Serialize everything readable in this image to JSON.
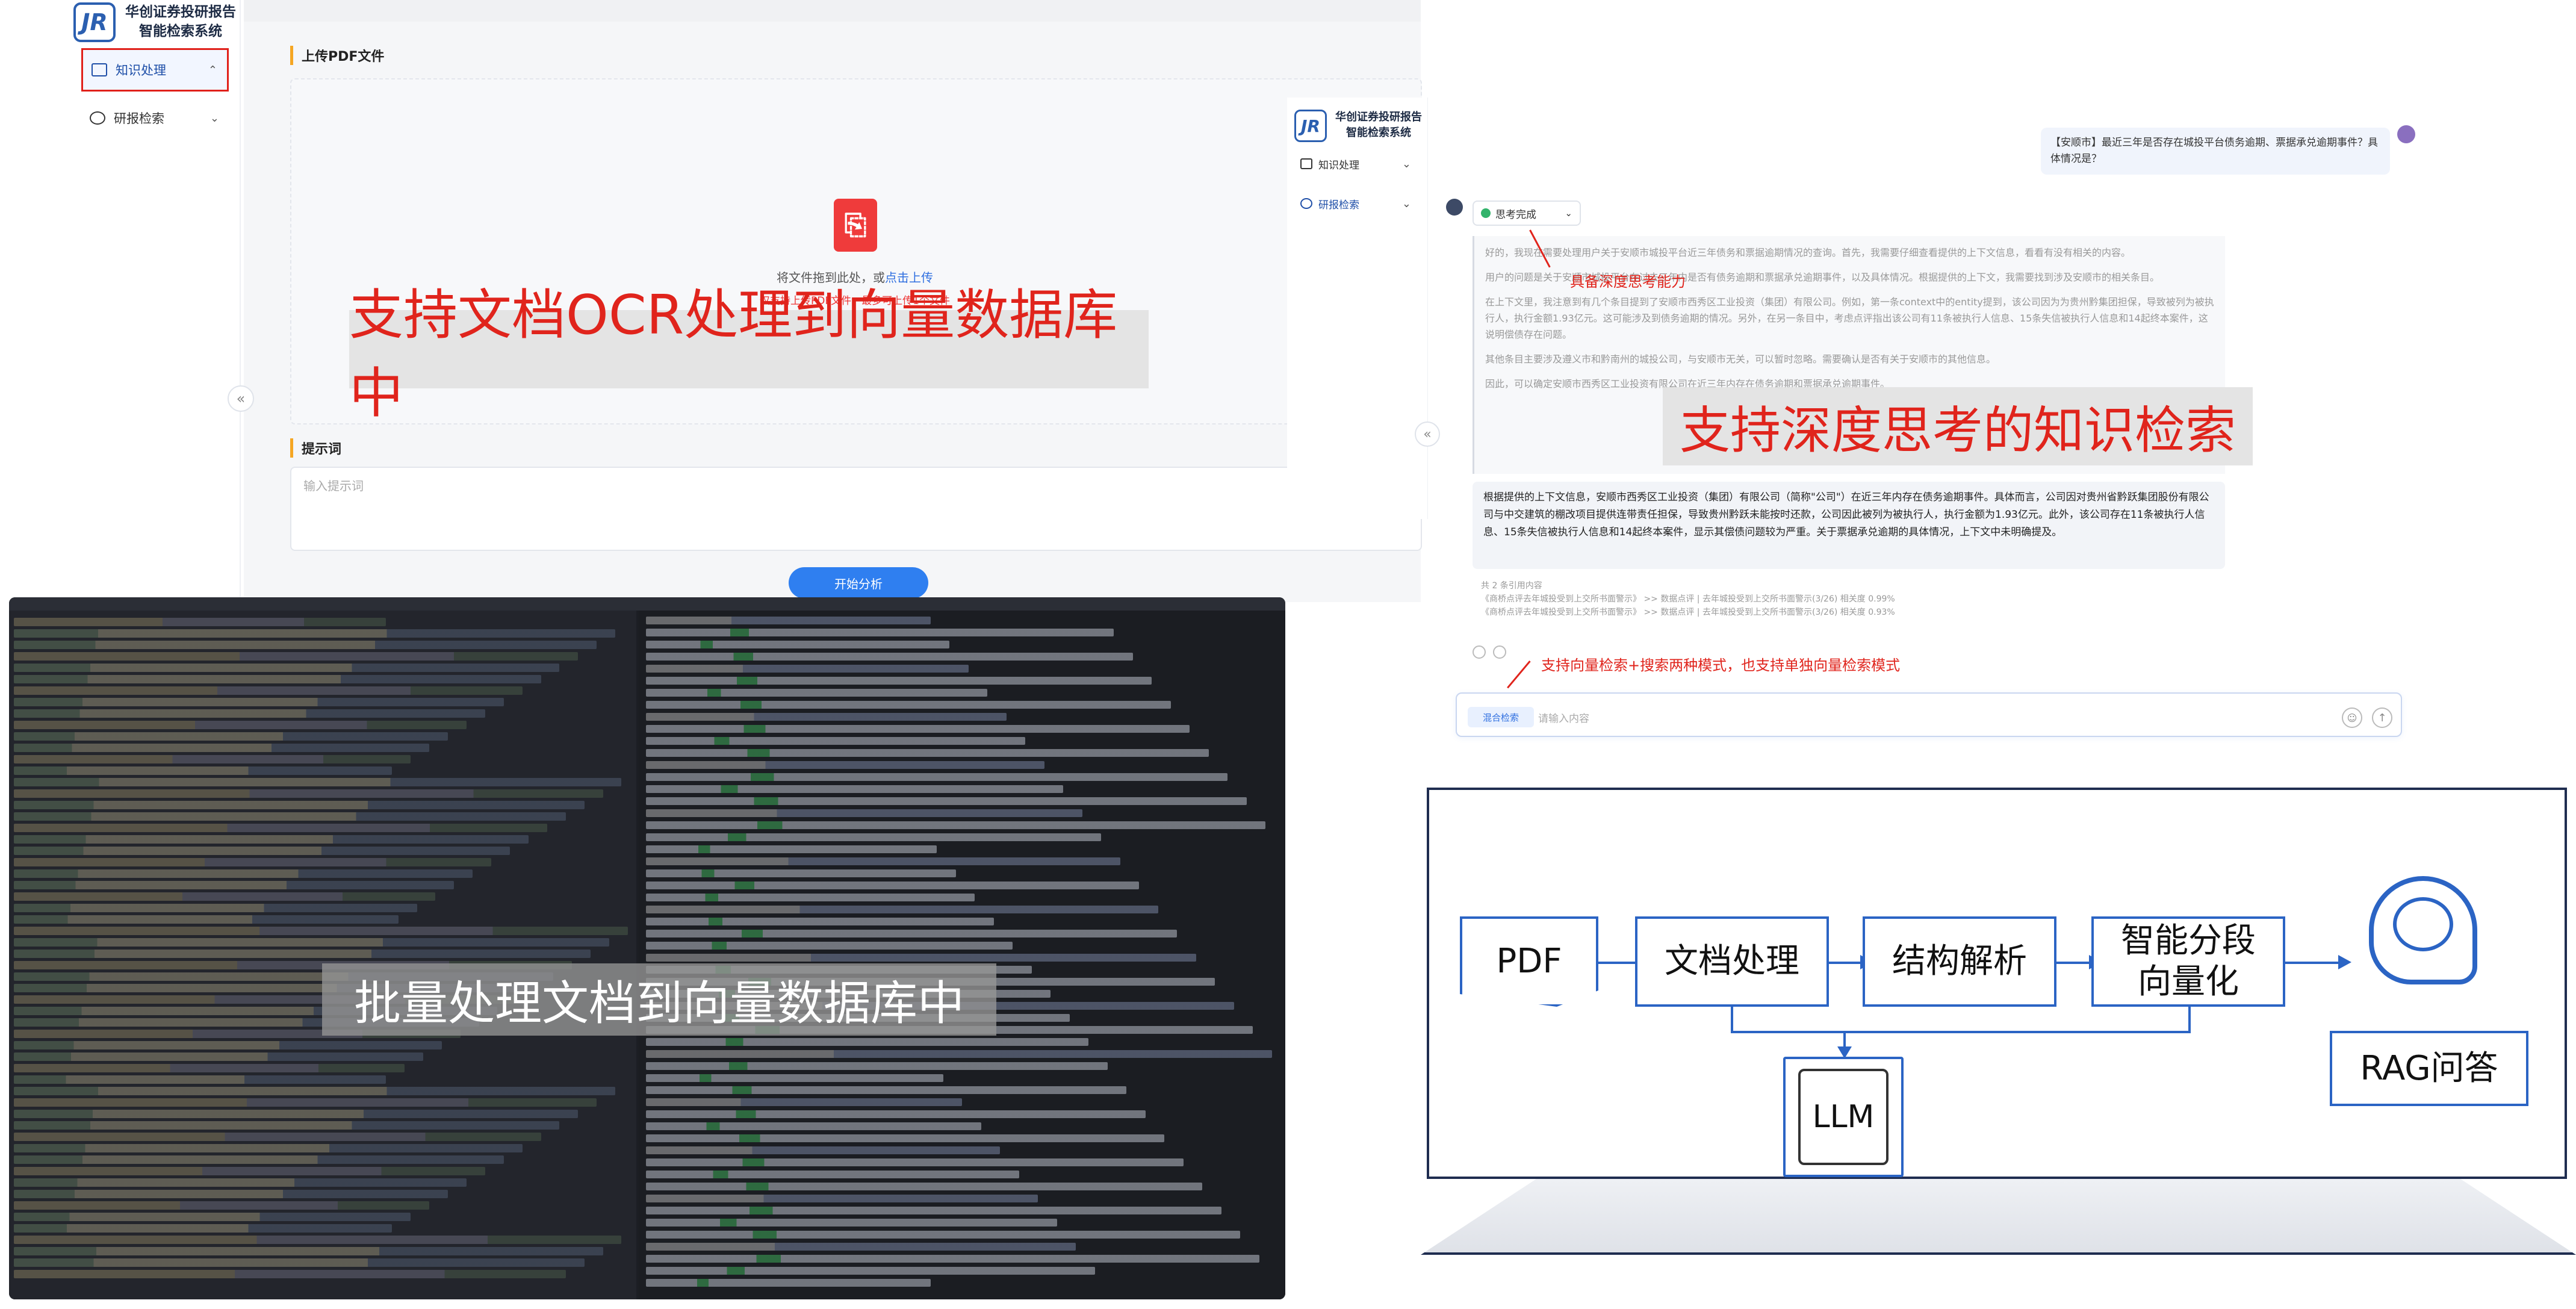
{
  "app": {
    "logo_glyph": "JR",
    "title_line1": "华创证券投研报告",
    "title_line2": "智能检索系统"
  },
  "sidebar": {
    "items": [
      {
        "label": "知识处理",
        "active": true
      },
      {
        "label": "研报检索",
        "active": false
      }
    ],
    "collapse_glyph": "«"
  },
  "upload": {
    "section_title": "上传PDF文件",
    "pdf_glyph": "⎘",
    "drop_text": "将文件拖到此处，或",
    "drop_link": "点击上传",
    "hint": "仅支持上传PDF文件，最多可上传1个文件"
  },
  "prompt": {
    "section_title": "提示词",
    "placeholder": "输入提示词"
  },
  "analyze_button": "开始分析",
  "overlays": {
    "ocr": "支持文档OCR处理到向量数据库中",
    "batch": "批量处理文档到向量数据库中",
    "deep": "支持深度思考的知识检索"
  },
  "chat": {
    "user_question": "【安顺市】最近三年是否存在城投平台债务逾期、票据承兑逾期事件？具体情况是？",
    "think_label": "思考完成",
    "think_annotation": "具备深度思考能力",
    "think_paragraphs": [
      "好的，我现在需要处理用户关于安顺市城投平台近三年债务和票据逾期情况的查询。首先，我需要仔细查看提供的上下文信息，看看有没有相关的内容。",
      "用户的问题是关于安顺市城投平台在过去三年内是否有债务逾期和票据承兑逾期事件，以及具体情况。根据提供的上下文，我需要找到涉及安顺市的相关条目。",
      "在上下文里，我注意到有几个条目提到了安顺市西秀区工业投资（集团）有限公司。例如，第一条context中的entity提到，该公司因为为贵州黔集团担保，导致被列为被执行人，执行金额1.93亿元。这可能涉及到债务逾期的情况。另外，在另一条目中，考虑点评指出该公司有11条被执行人信息、15条失信被执行人信息和14起终本案件，这说明偿债存在问题。",
      "其他条目主要涉及遵义市和黔南州的城投公司，与安顺市无关，可以暂时忽略。需要确认是否有关于安顺市的其他信息。",
      "因此，可以确定安顺市西秀区工业投资有限公司在近三年内存在债务逾期和票据承兑逾期事件。"
    ],
    "answer": "根据提供的上下文信息，安顺市西秀区工业投资（集团）有限公司（简称\"公司\"）在近三年内存在债务逾期事件。具体而言，公司因对贵州省黔跃集团股份有限公司与中交建筑的棚改项目提供连带责任担保，导致贵州黔跃未能按时还款，公司因此被列为被执行人，执行金额为1.93亿元。此外，该公司存在11条被执行人信息、15条失信被执行人信息和14起终本案件，显示其偿债问题较为严重。关于票据承兑逾期的具体情况，上下文中未明确提及。",
    "refs_title": "共 2 条引用内容",
    "refs": [
      "《商桥点评去年城投受到上交所书面警示》 >> 数据点评 | 去年城投受到上交所书面警示(3/26)  相关度 0.99%",
      "《商桥点评去年城投受到上交所书面警示》 >> 数据点评 | 去年城投受到上交所书面警示(3/26)  相关度 0.93%"
    ],
    "hybrid_annotation": "支持向量检索+搜索两种模式，也支持单独向量检索模式",
    "hybrid_button": "混合检索",
    "input_placeholder": "请输入内容",
    "send_glyph": "↑",
    "clip_glyph": "☺"
  },
  "diagram": {
    "nodes": {
      "pdf": "PDF",
      "doc_process": "文档处理",
      "struct_parse": "结构解析",
      "smart_vector": "智能分段向量化",
      "llm": "LLM",
      "rag": "RAG问答"
    }
  },
  "colors": {
    "accent_red": "#e0241c",
    "primary_blue": "#2f7ff0",
    "diagram_blue": "#2b64c4",
    "section_marker": "#f5a623"
  }
}
